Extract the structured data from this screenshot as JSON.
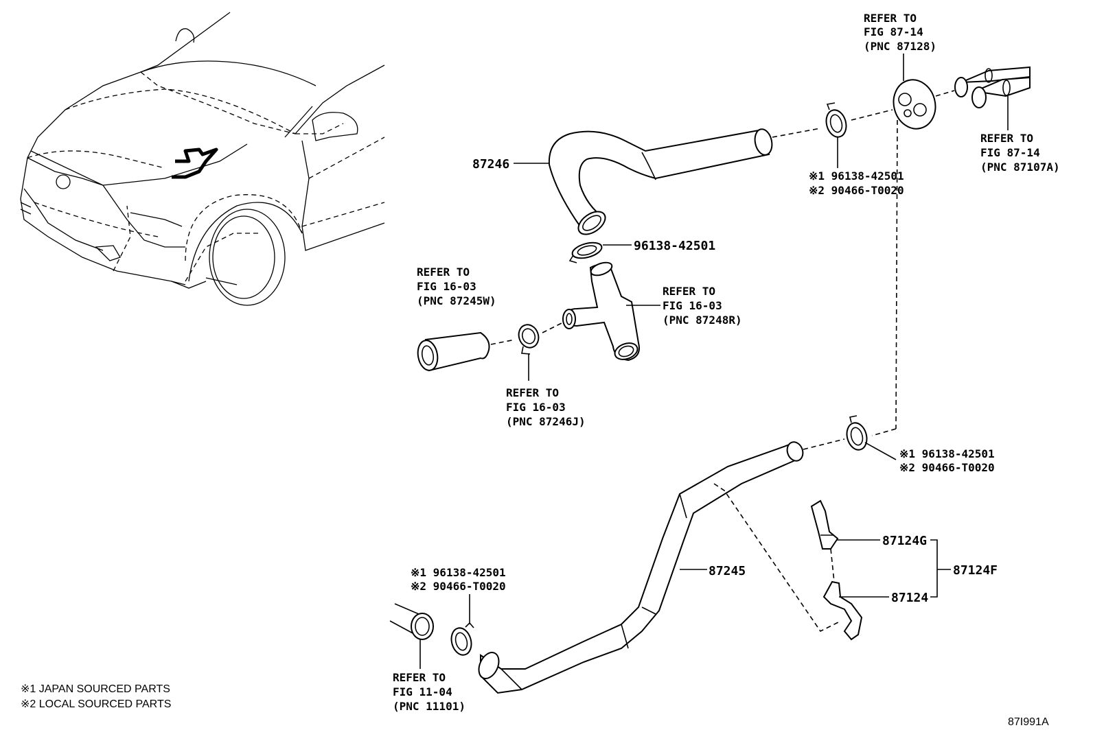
{
  "diagram": {
    "image_code": "87I991A",
    "notes": [
      "※1 JAPAN SOURCED PARTS",
      "※2 LOCAL SOURCED PARTS"
    ],
    "refs": {
      "fig87_14_pnc87128": [
        "REFER TO",
        "FIG 87-14",
        "(PNC 87128)"
      ],
      "fig87_14_pnc87107a": [
        "REFER TO",
        "FIG 87-14",
        "(PNC 87107A)"
      ],
      "fig16_03_pnc87245w": [
        "REFER TO",
        "FIG 16-03",
        "(PNC 87245W)"
      ],
      "fig16_03_pnc87248r": [
        "REFER TO",
        "FIG 16-03",
        "(PNC 87248R)"
      ],
      "fig16_03_pnc87246j": [
        "REFER TO",
        "FIG 16-03",
        "(PNC 87246J)"
      ],
      "fig11_04_pnc11101": [
        "REFER TO",
        "FIG 11-04",
        "(PNC 11101)"
      ]
    },
    "parts": {
      "hose_upper": "87246",
      "hose_lower": "87245",
      "clamp_middle": "96138-42501",
      "clamp_top_right": [
        "※1 96138-42501",
        "※2 90466-T0020"
      ],
      "clamp_mid_right": [
        "※1 96138-42501",
        "※2 90466-T0020"
      ],
      "clamp_bottom_left": [
        "※1 96138-42501",
        "※2 90466-T0020"
      ],
      "clamp_a": "87124G",
      "clamp_b": "87124",
      "clamp_set": "87124F"
    }
  }
}
